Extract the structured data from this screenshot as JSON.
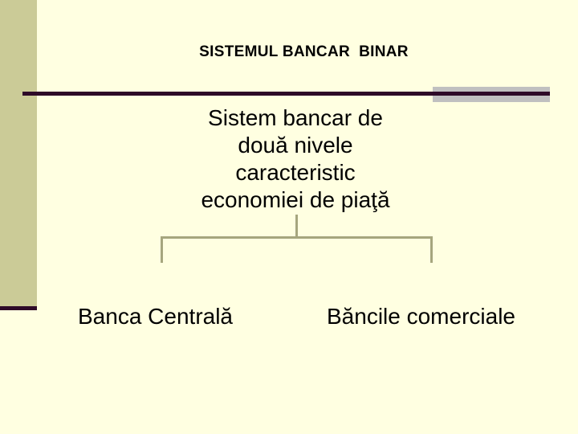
{
  "slide": {
    "title": "SISTEMUL BANCAR  BINAR",
    "diagram": {
      "type": "tree",
      "root": "Sistem bancar de\ndouă nivele\ncaracteristic\neconomiei de piaţă",
      "children": [
        "Banca Centrală",
        "Băncile comerciale"
      ]
    }
  },
  "colors": {
    "background": "#FFFFE1",
    "left_bar": "#CBCB97",
    "rule": "#2E0A28",
    "rule_shadow": "#C0C0C0",
    "connector": "#A6A67E",
    "text": "#000000"
  }
}
